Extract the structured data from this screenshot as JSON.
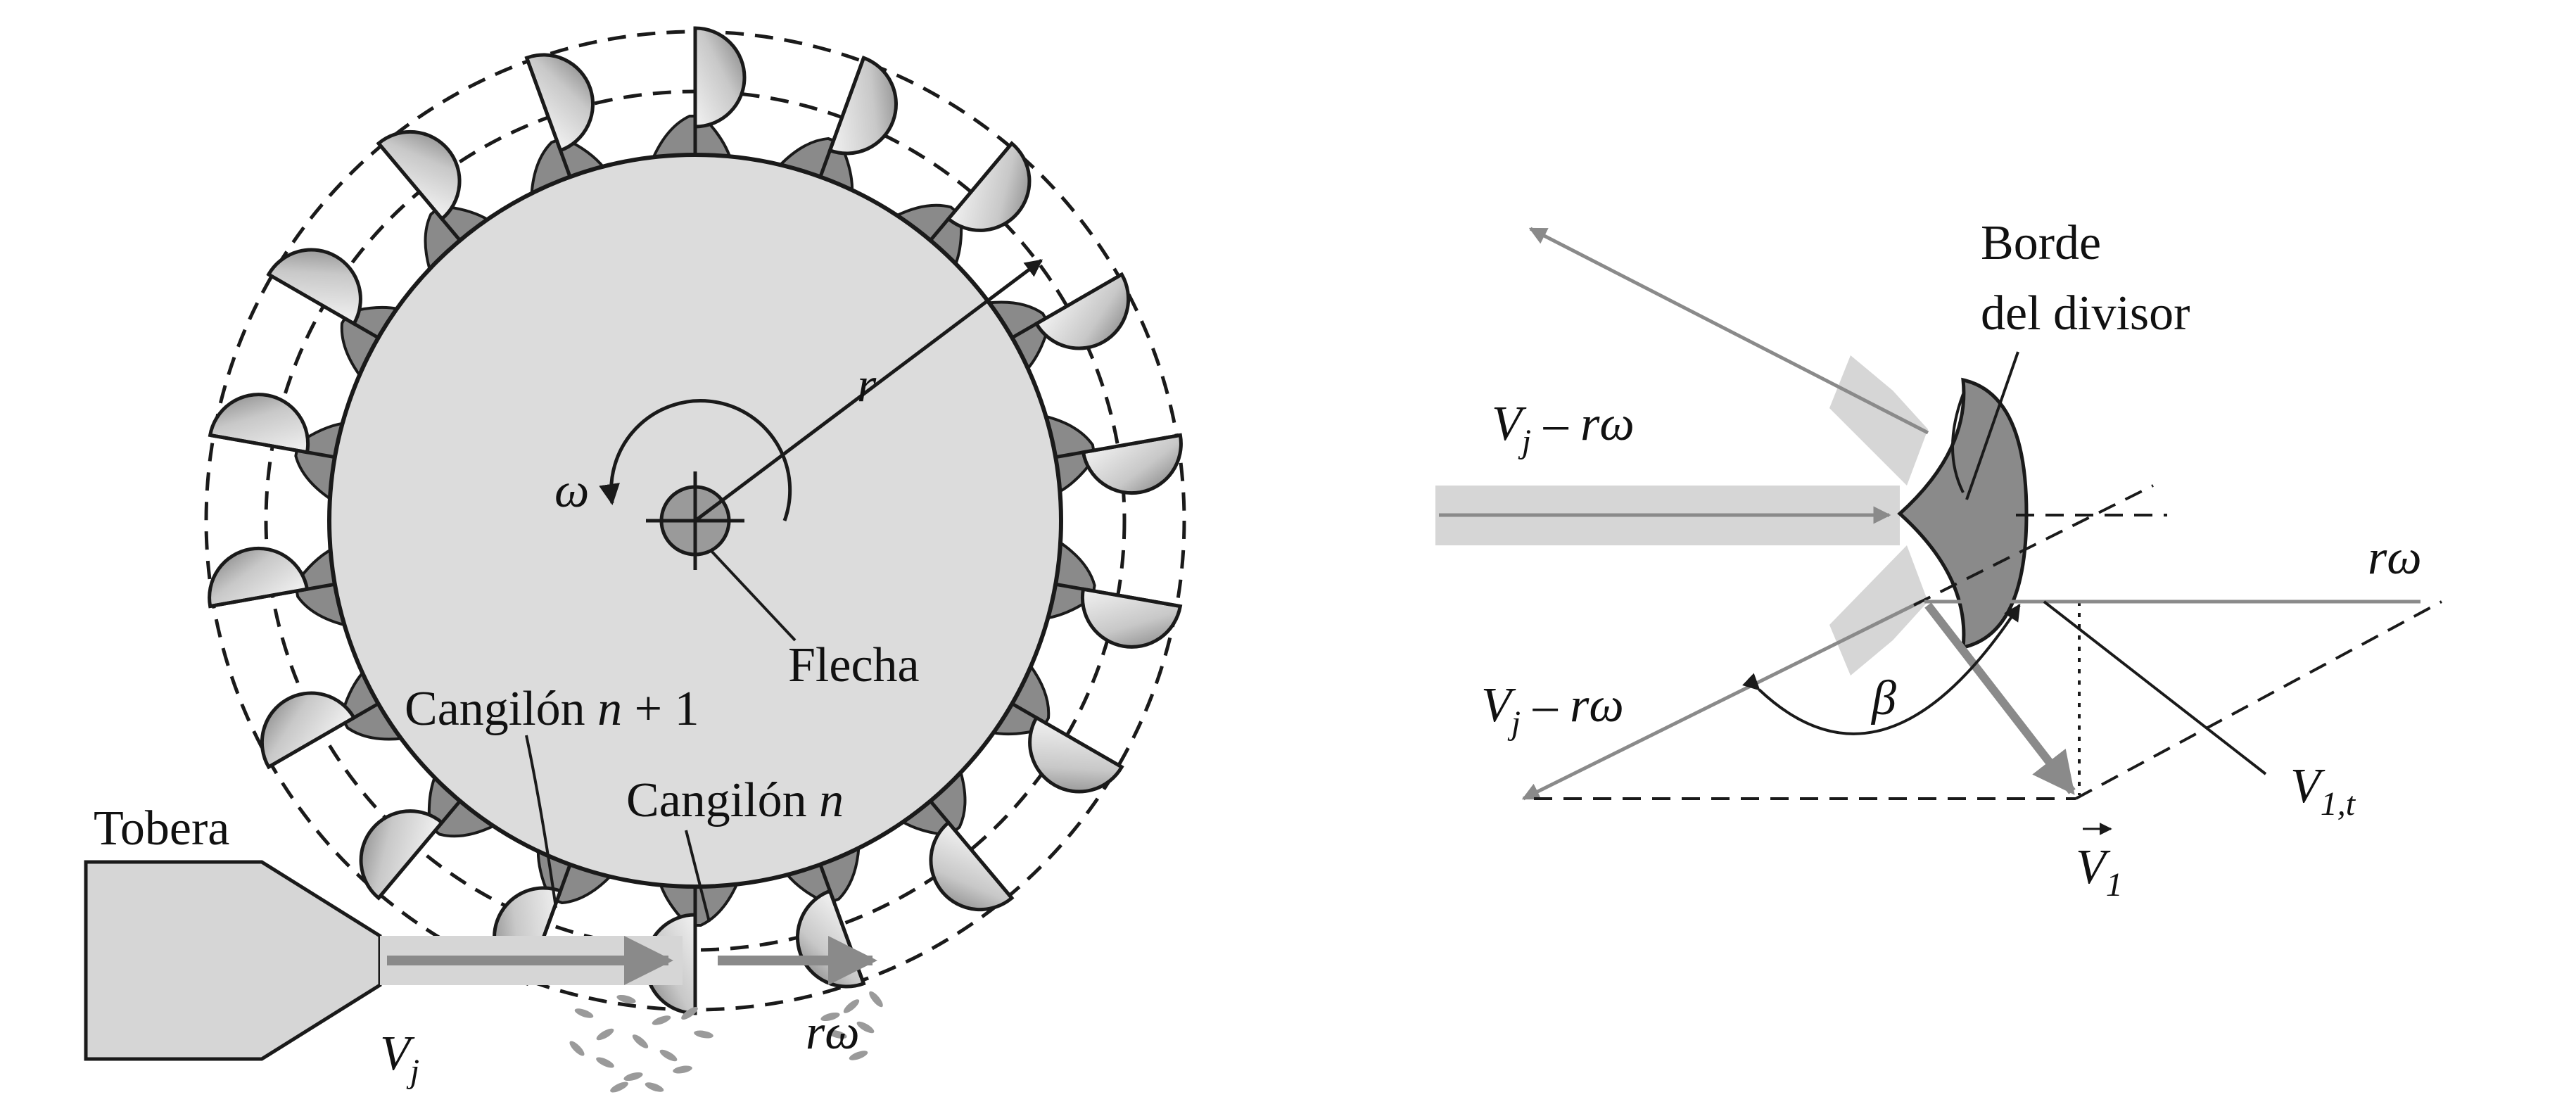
{
  "colors": {
    "wheel_fill": "#dcdcdc",
    "jet_fill": "#d6d6d6",
    "bucket_dark": "#888888",
    "bucket_light": "#e8e8e8",
    "arrow_gray": "#8a8a8a",
    "line": "#1a1a1a"
  },
  "wheel": {
    "label_tobera": "Tobera",
    "label_flecha": "Flecha",
    "label_bucket_n1": "Cangilón n + 1",
    "label_bucket_n1_parts": {
      "word": "Cangilón ",
      "var": "n",
      "rest": " + 1"
    },
    "label_bucket_n": "Cangilón n",
    "label_bucket_n_parts": {
      "word": "Cangilón ",
      "var": "n"
    },
    "label_radius": "r",
    "label_omega": "ω",
    "label_vj": "Vj",
    "label_vj_parts": {
      "main": "V",
      "sub": "j"
    },
    "label_r_omega": "rω",
    "bucket_count": 18
  },
  "bucket_detail": {
    "label_divider_edge": "Borde del divisor",
    "label_divider_edge_lines": [
      "Borde",
      "del divisor"
    ],
    "label_rel_velocity_in": "Vj – rω",
    "label_rel_velocity_out": "Vj – rω",
    "label_rel_parts": {
      "main": "V",
      "sub": "j",
      "rest": " – rω"
    },
    "label_r_omega": "rω",
    "label_beta": "β",
    "label_v1": "V1",
    "label_v1_parts": {
      "main": "V",
      "sub": "1"
    },
    "label_v1t": "V1,t",
    "label_v1t_parts": {
      "main": "V",
      "sub": "1,t"
    }
  }
}
